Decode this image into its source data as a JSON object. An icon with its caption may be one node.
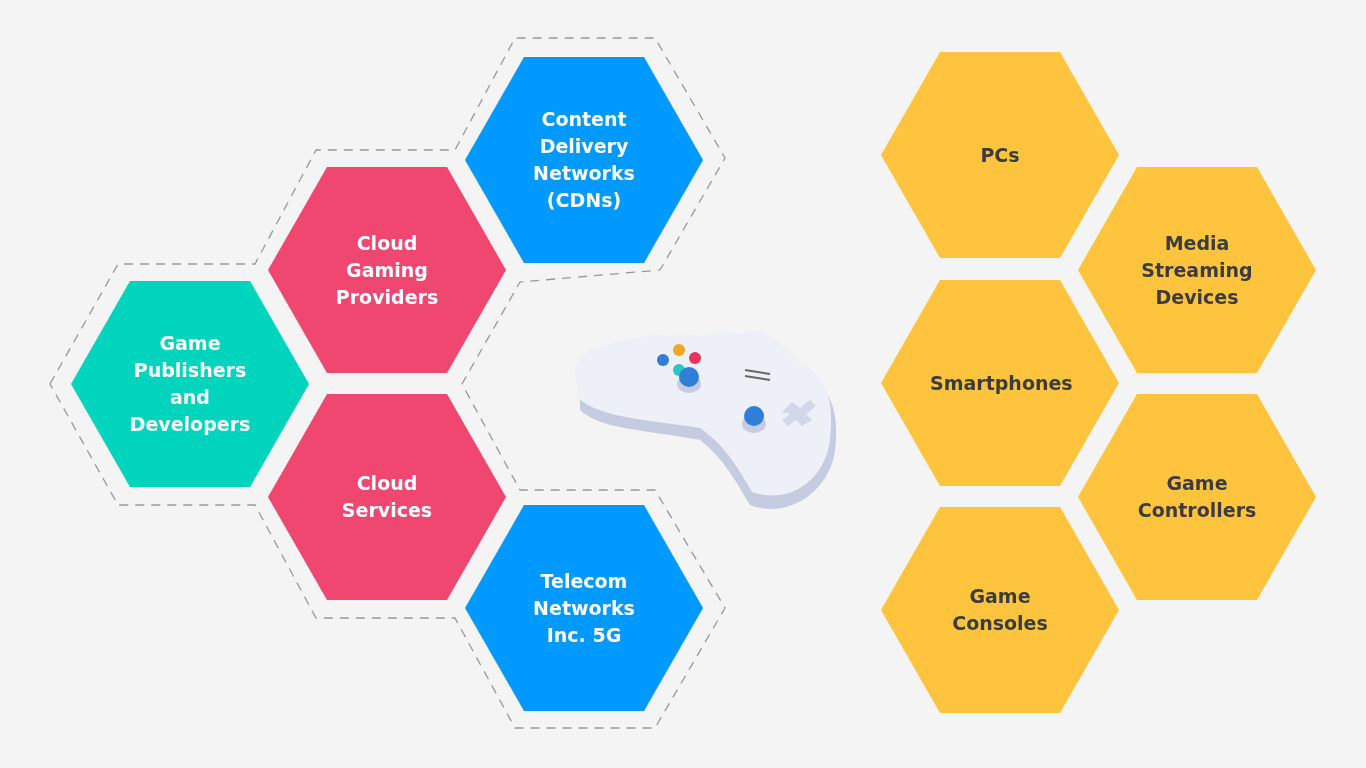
{
  "diagram": {
    "nodes": [
      {
        "text": [
          "Content Delivery Networks (CDNs)"
        ]
      },
      {
        "text": [
          "Cloud Gaming Providers"
        ]
      },
      {
        "text": [
          "Game Publishers and Developers"
        ]
      },
      {
        "text": [
          "Cloud Services"
        ]
      },
      {
        "text": [
          "Telecom Networks Inc. 5G"
        ]
      },
      {
        "text": [
          "PCs"
        ]
      },
      {
        "text": [
          "Media Streaming Devices"
        ]
      },
      {
        "text": [
          "Smartphones"
        ]
      },
      {
        "text": [
          "Game Controllers"
        ]
      },
      {
        "text": [
          "Game Consoles"
        ]
      }
    ],
    "edges": []
  }
}
